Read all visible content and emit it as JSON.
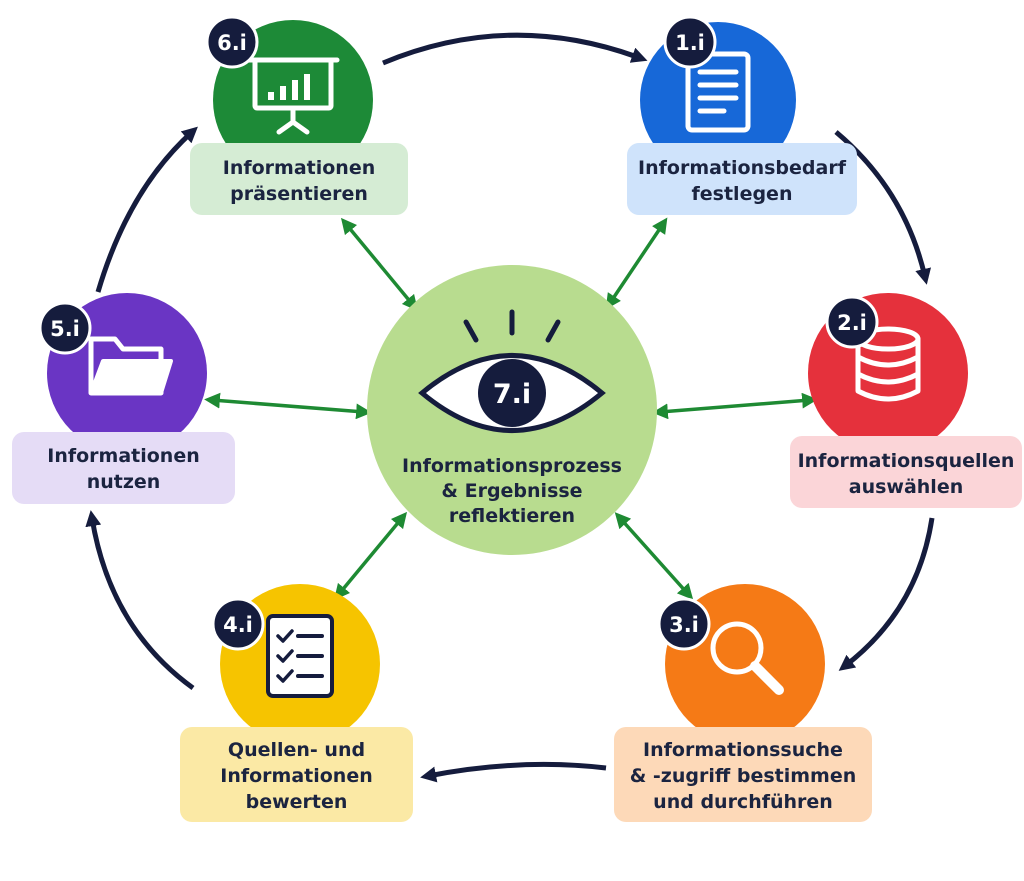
{
  "center": {
    "badge": "7.i",
    "lines": [
      "Informationsprozess",
      "& Ergebnisse",
      "reflektieren"
    ]
  },
  "steps": [
    {
      "badge": "1.i",
      "lines": [
        "Informationsbedarf",
        "festlegen"
      ],
      "icon": "document-icon",
      "circle_color": "#1768d8",
      "box_color": "#cfe3fb"
    },
    {
      "badge": "2.i",
      "lines": [
        "Informationsquellen",
        "auswählen"
      ],
      "icon": "database-icon",
      "circle_color": "#e5313c",
      "box_color": "#fbd5d8"
    },
    {
      "badge": "3.i",
      "lines": [
        "Informationssuche",
        "& -zugriff bestimmen",
        "und durchführen"
      ],
      "icon": "magnifier-icon",
      "circle_color": "#f57a16",
      "box_color": "#fdd9b8"
    },
    {
      "badge": "4.i",
      "lines": [
        "Quellen- und",
        "Informationen",
        "bewerten"
      ],
      "icon": "checklist-icon",
      "circle_color": "#f6c400",
      "box_color": "#fbe9a5"
    },
    {
      "badge": "5.i",
      "lines": [
        "Informationen",
        "nutzen"
      ],
      "icon": "folder-icon",
      "circle_color": "#6a35c4",
      "box_color": "#e5dcf6"
    },
    {
      "badge": "6.i",
      "lines": [
        "Informationen",
        "präsentieren"
      ],
      "icon": "presentation-icon",
      "circle_color": "#1d8a37",
      "box_color": "#d5ecd4"
    }
  ],
  "colors": {
    "center_fill": "#b8dc8f",
    "navy": "#151c3d",
    "green_arrow": "#1e8a33"
  }
}
